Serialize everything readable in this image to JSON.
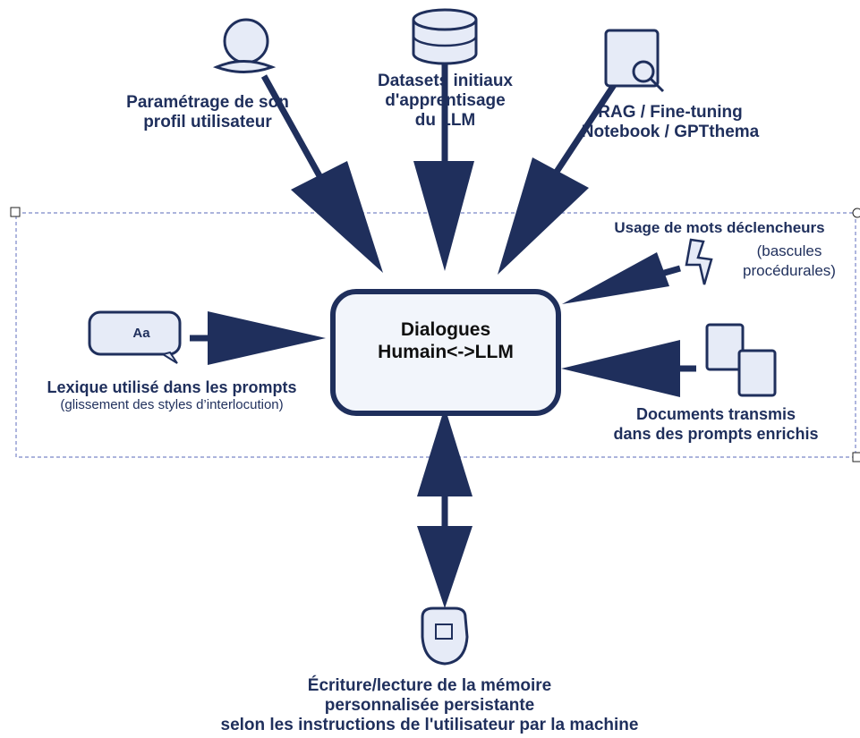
{
  "center": {
    "line1": "Dialogues",
    "line2": "Humain<->LLM"
  },
  "labels": {
    "profile": [
      "Paramétrage de son",
      "profil utilisateur"
    ],
    "datasets": [
      "Datasets initiaux",
      "d'apprentisage",
      "du LLM"
    ],
    "rag": [
      "RAG / Fine-tuning",
      "Notebook / GPTthema"
    ],
    "triggers_title": "Usage de mots déclencheurs",
    "triggers_sub": [
      "(bascules",
      "procédurales)"
    ],
    "lexique_title": "Lexique utilisé dans les prompts",
    "lexique_sub": "(glissement des styles d’interlocution)",
    "documents": [
      "Documents transmis",
      "dans des prompts enrichis"
    ],
    "memory": [
      "Écriture/lecture de la mémoire",
      "personnalisée persistante",
      "selon les instructions de l'utilisateur par la machine"
    ]
  },
  "icons": {
    "speech_bubble_text": "Aa",
    "profile": "person-icon",
    "datasets": "database-icon",
    "rag": "document-search-icon",
    "triggers": "lightning-icon",
    "documents": "documents-icon",
    "memory": "memory-icon"
  },
  "colors": {
    "arrow": "#1f2f5c",
    "icon_fill": "#e6ebf7",
    "box_fill": "#f2f5fb",
    "text": "#1f2f5c",
    "selection": "#7a86c8"
  }
}
